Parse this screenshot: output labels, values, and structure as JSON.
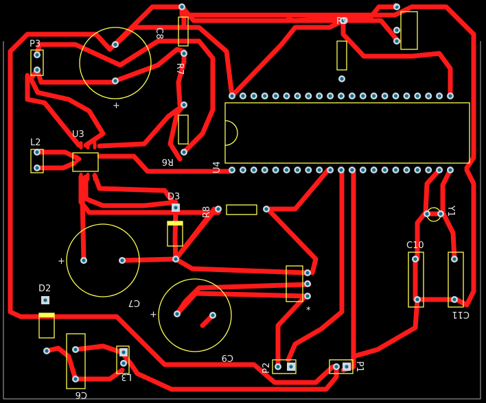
{
  "board": {
    "background": "#000000",
    "trace_color": "#ff1a1a",
    "silk_color": "#ffff55",
    "outline_color": "#b0b0b0"
  },
  "designators": {
    "p3": "P3",
    "c8": "C8",
    "r7": "R7",
    "r9": "R9",
    "l2": "L2",
    "u3": "U3",
    "r6": "R6",
    "u4": "U4",
    "d3": "D3",
    "r8": "R8",
    "y1": "Y1",
    "c10": "C10",
    "c11": "C11",
    "d2": "D2",
    "c7": "C7",
    "c9": "C9",
    "p2": "P2",
    "p1": "P1",
    "l3": "L3",
    "c6": "C6"
  },
  "polarity": {
    "plus": "+",
    "pin1_mark": "*"
  }
}
